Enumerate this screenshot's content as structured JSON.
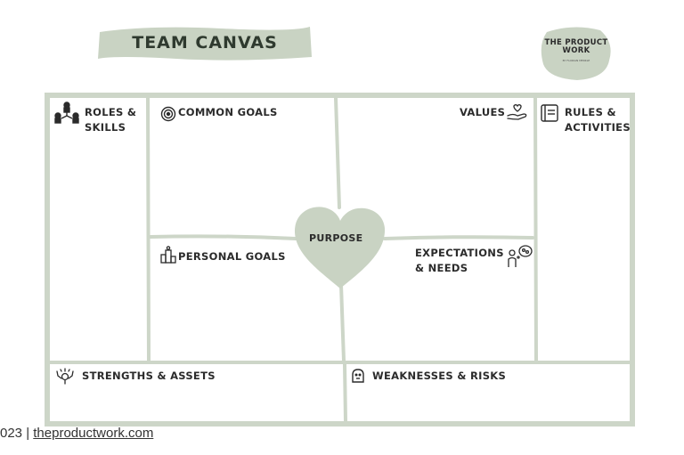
{
  "title": "TEAM CANVAS",
  "logo": {
    "line1": "THE PRODUCT",
    "line2": "WORK",
    "sub": "BY FLORIAN MERKLE"
  },
  "sections": {
    "roles_skills": "ROLES & SKILLS",
    "common_goals": "COMMON GOALS",
    "values": "VALUES",
    "rules_activities": "RULES & ACTIVITIES",
    "purpose": "PURPOSE",
    "personal_goals": "PERSONAL GOALS",
    "expectations_needs": "EXPECTATIONS & NEEDS",
    "strengths_assets": "STRENGTHS & ASSETS",
    "weaknesses_risks": "WEAKNESSES & RISKS"
  },
  "footer": {
    "year_fragment": "023 |",
    "link_text": "theproductwork.com"
  },
  "colors": {
    "sage": "#c9d3c3",
    "frame": "#cdd6c8",
    "text": "#2b2b2b"
  }
}
